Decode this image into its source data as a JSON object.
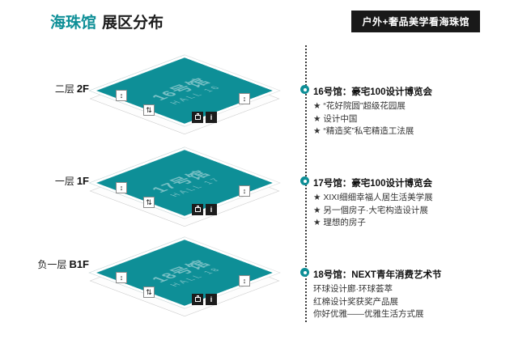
{
  "header": {
    "title_primary": "海珠馆",
    "title_secondary": "展区分布",
    "badge": "户外+奢品美学看海珠馆"
  },
  "colors": {
    "teal": "#0E8F97",
    "badge_bg": "#191919"
  },
  "icons": {
    "elevator_glyph": "↕",
    "escalator_glyph": "⇅",
    "info_glyph": "i"
  },
  "floors": [
    {
      "level_label": "二层",
      "level_code": "2F",
      "hall_name": "16号馆",
      "hall_code": "HALL 16",
      "annotation": {
        "title": "16号馆：豪宅100设计博览会",
        "items": [
          "★ “花好院圆”超级花园展",
          "★ 设计中国",
          "★ “精造奖”私宅精造工法展"
        ]
      }
    },
    {
      "level_label": "一层",
      "level_code": "1F",
      "hall_name": "17号馆",
      "hall_code": "HALL 17",
      "annotation": {
        "title": "17号馆：豪宅100设计博览会",
        "items": [
          "★ XIXI细细幸福人居生活美学展",
          "★ 另一個房子·大宅构造设计展",
          "★ 理想的房子"
        ]
      }
    },
    {
      "level_label": "负一层",
      "level_code": "B1F",
      "hall_name": "18号馆",
      "hall_code": "HALL 18",
      "annotation": {
        "title": "18号馆：NEXT青年消费艺术节",
        "items": [
          "环球设计廊·环球荟萃",
          "红棉设计奖获奖产品展",
          "你好优雅——优雅生活方式展"
        ]
      }
    }
  ]
}
